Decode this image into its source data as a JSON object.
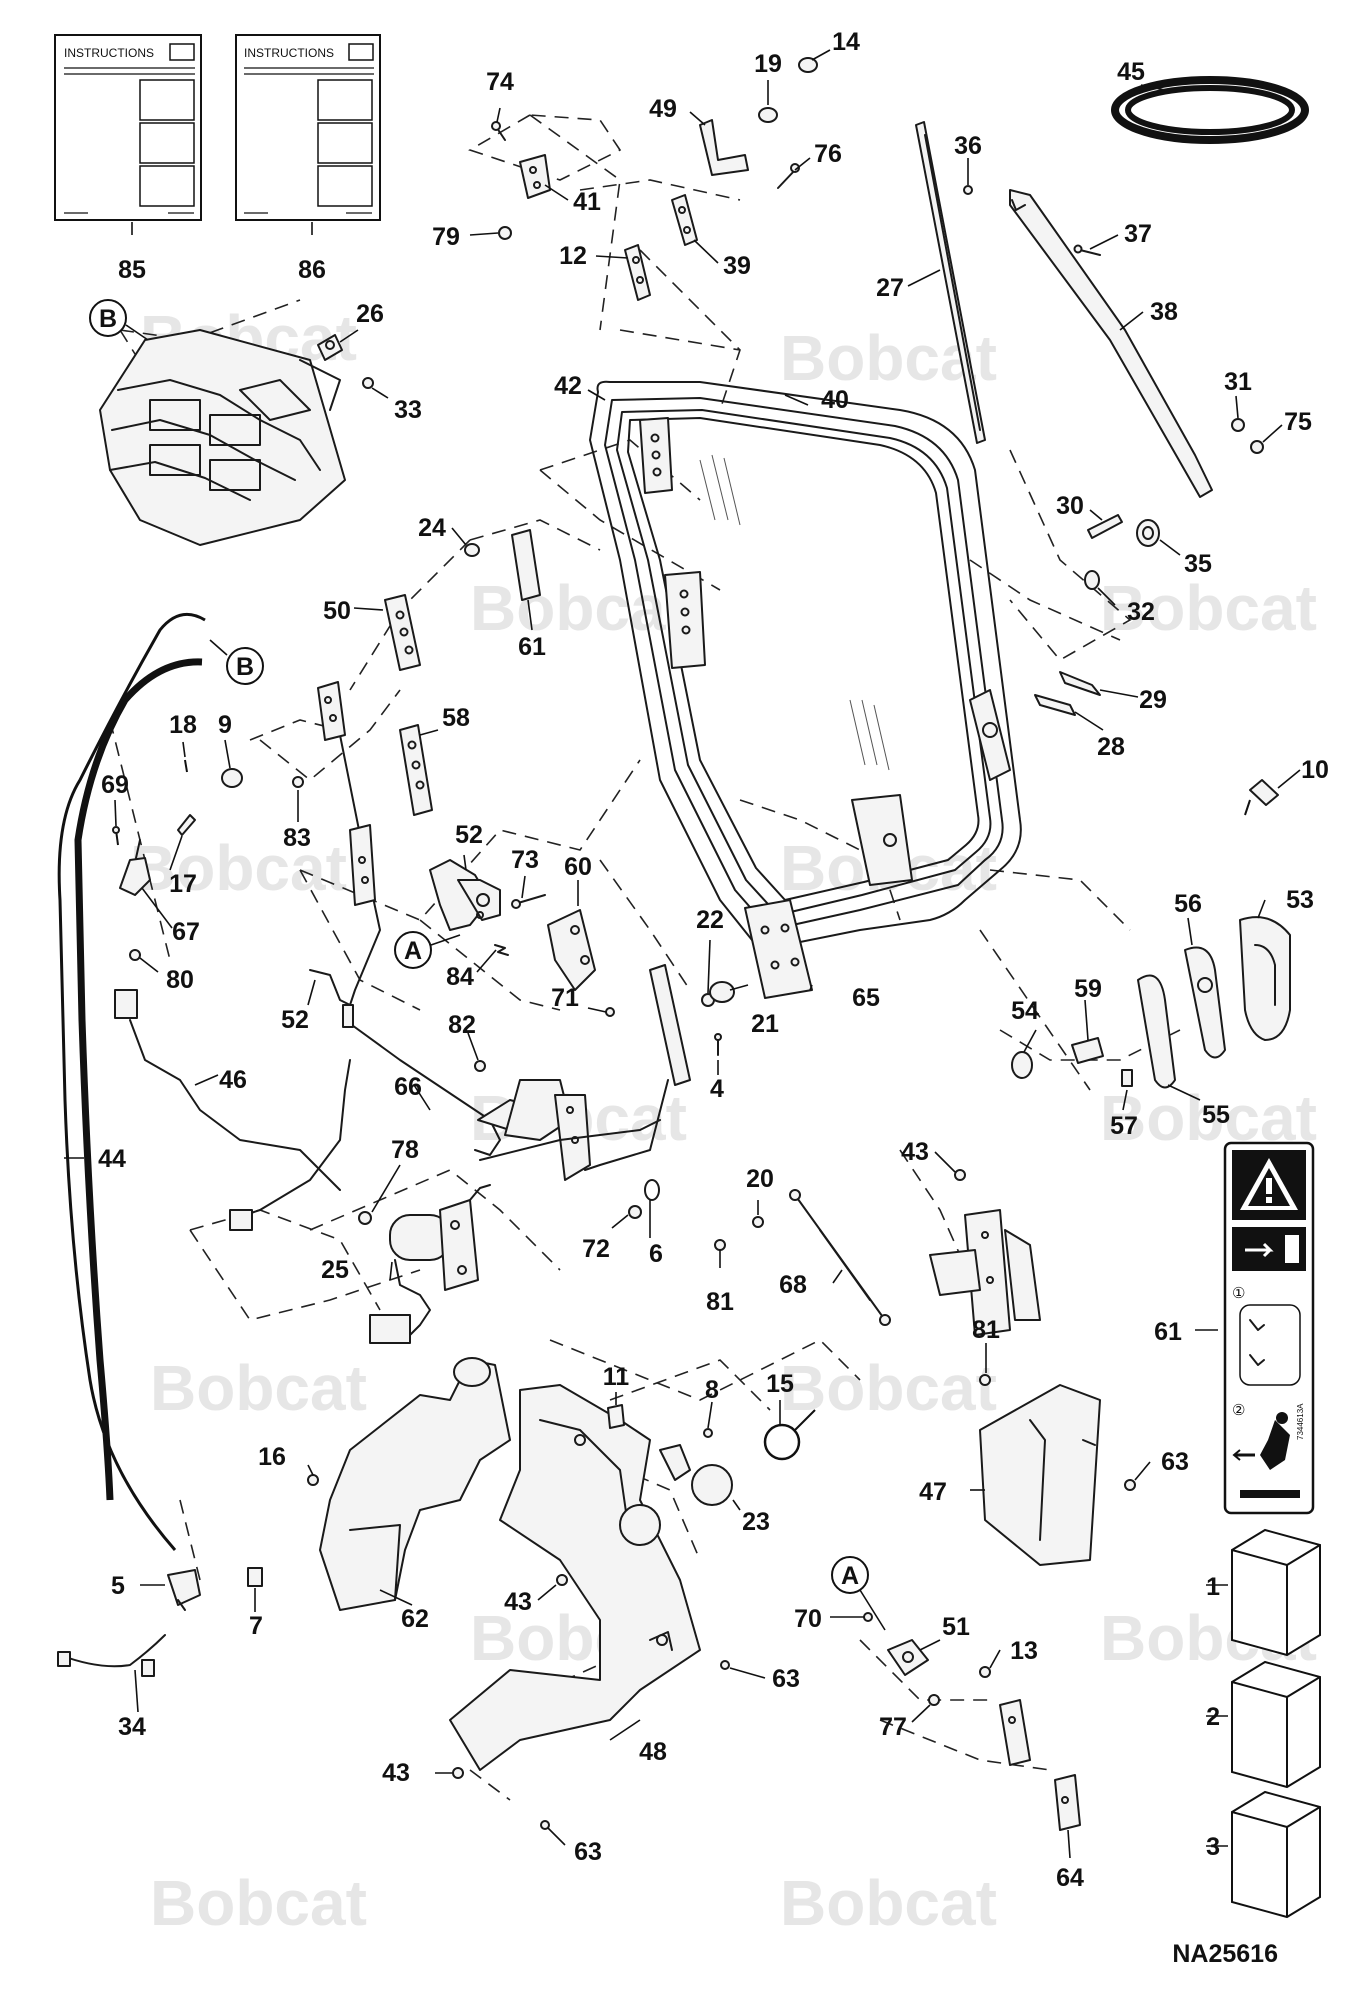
{
  "watermark": {
    "text": "Bobcat"
  },
  "figure": {
    "id": "NA25616"
  },
  "instruction_sheets": [
    {
      "title": "INSTRUCTIONS",
      "callout": "85"
    },
    {
      "title": "INSTRUCTIONS",
      "callout": "86"
    }
  ],
  "detail_refs": {
    "a": "A",
    "b": "B"
  },
  "callouts": [
    "1",
    "2",
    "3",
    "4",
    "5",
    "6",
    "7",
    "8",
    "9",
    "10",
    "11",
    "12",
    "13",
    "14",
    "15",
    "16",
    "17",
    "18",
    "19",
    "20",
    "21",
    "22",
    "23",
    "24",
    "25",
    "26",
    "27",
    "28",
    "29",
    "30",
    "31",
    "32",
    "33",
    "34",
    "35",
    "36",
    "37",
    "38",
    "39",
    "40",
    "41",
    "42",
    "43",
    "44",
    "45",
    "46",
    "47",
    "48",
    "49",
    "50",
    "51",
    "52",
    "53",
    "54",
    "55",
    "56",
    "57",
    "58",
    "59",
    "60",
    "61",
    "62",
    "63",
    "64",
    "65",
    "66",
    "67",
    "68",
    "69",
    "70",
    "71",
    "72",
    "73",
    "74",
    "75",
    "76",
    "77",
    "78",
    "79",
    "80",
    "81",
    "82",
    "83",
    "84",
    "85",
    "86"
  ],
  "decal": {
    "callout": "61",
    "step1": "①",
    "step2": "②",
    "side_code": "7344613A"
  }
}
